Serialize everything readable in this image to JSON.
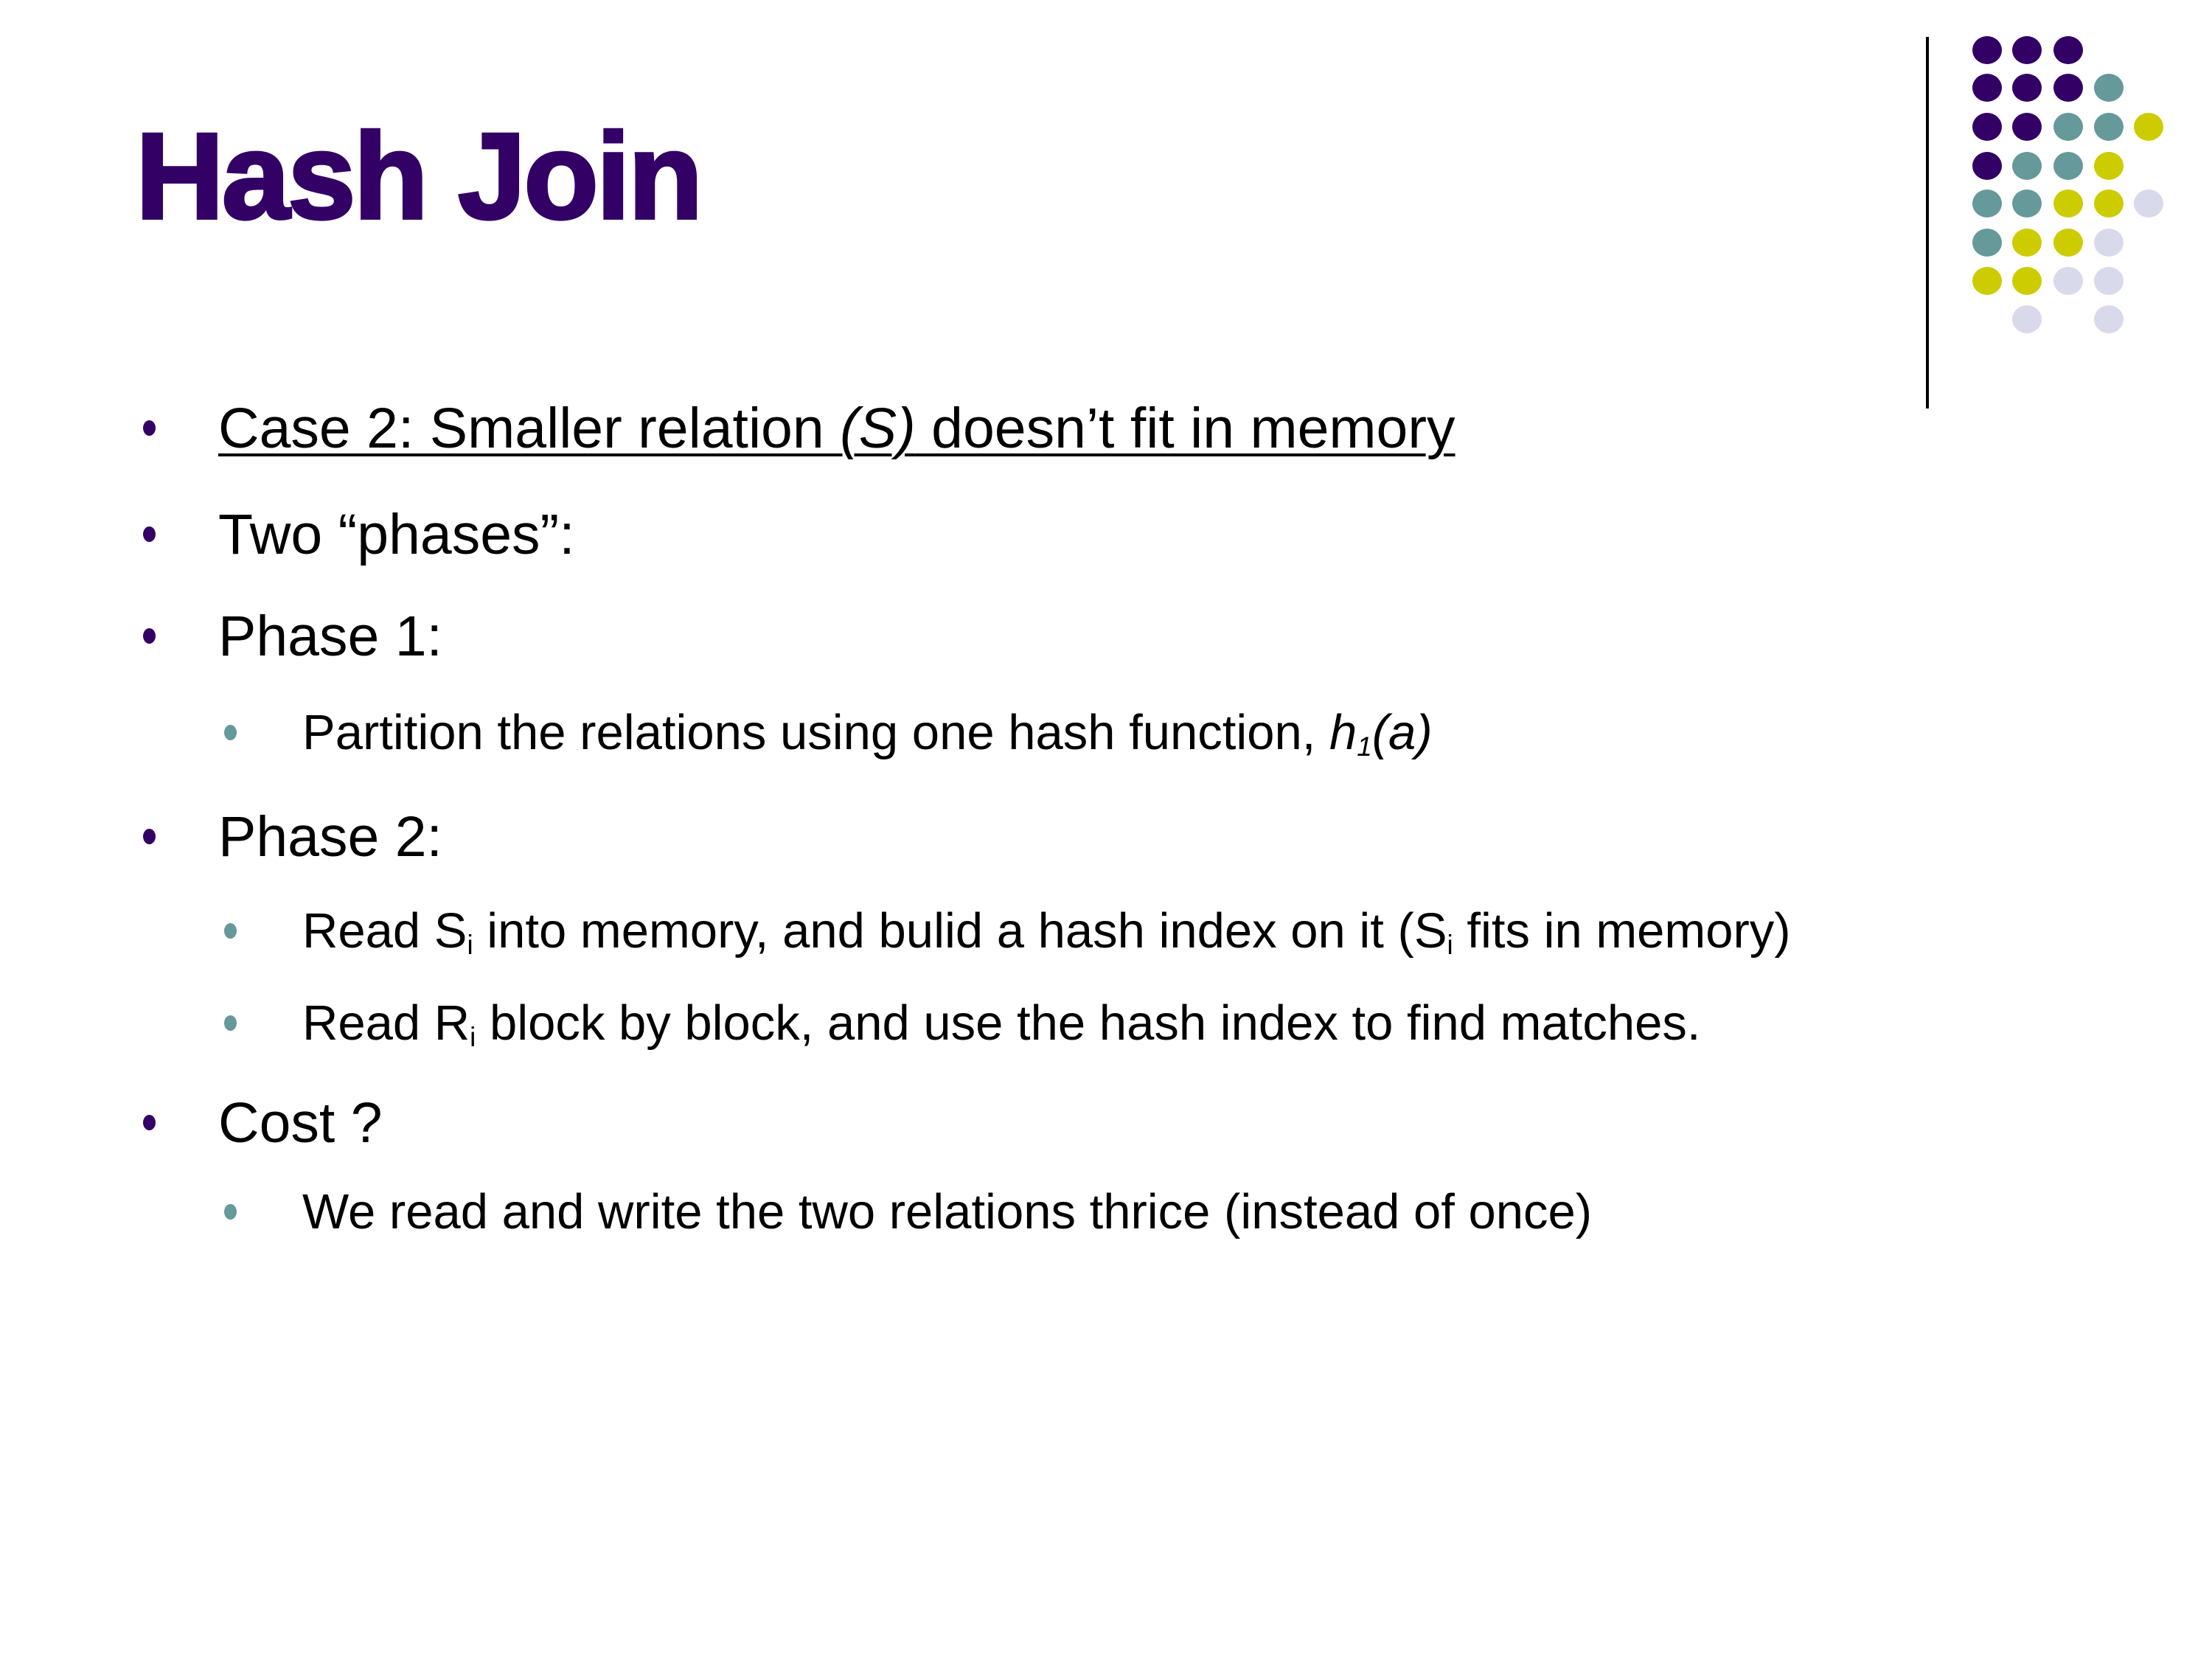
{
  "title": "Hash Join",
  "colors": {
    "purple": "#330066",
    "teal": "#669999",
    "yellow": "#CCCC00",
    "lavender": "#D9D9EC"
  },
  "bullets": [
    {
      "level": 1,
      "parts": {
        "a": "Case 2: Smaller relation ",
        "b": "(S)",
        "c": " doesn’t fit in memory"
      }
    },
    {
      "level": 1,
      "text": "Two “phases”:"
    },
    {
      "level": 1,
      "text": "Phase 1:"
    },
    {
      "level": 2,
      "parts": {
        "a": "Partition the relations using one hash function, ",
        "b": "h",
        "sub": "1",
        "c": "(a)"
      }
    },
    {
      "level": 1,
      "text": "Phase 2:"
    },
    {
      "level": 2,
      "parts": {
        "a": "Read S",
        "sub1": "i",
        "b": " into memory, and bulid a hash index on it (S",
        "sub2": "i",
        "c": " fits in memory)"
      }
    },
    {
      "level": 2,
      "parts": {
        "a": "Read R",
        "sub": "i",
        "b": " block by block, and use the hash index to find matches."
      }
    },
    {
      "level": 1,
      "text": "Cost ?"
    },
    {
      "level": 2,
      "text": "We read and write the two relations thrice (instead of once)"
    }
  ]
}
